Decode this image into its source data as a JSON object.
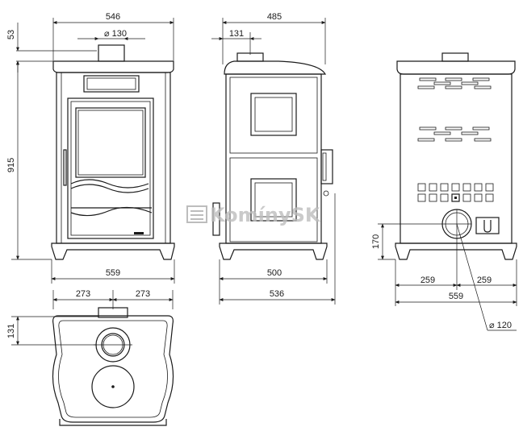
{
  "watermark": "KomínySK",
  "front_view": {
    "width_top": "546",
    "height_collar": "53",
    "flue_diameter": "⌀ 130",
    "height_total": "915",
    "width_base": "559"
  },
  "side_view": {
    "depth_top": "485",
    "flue_offset": "131",
    "depth_body": "500",
    "depth_total": "536"
  },
  "rear_view": {
    "outlet_height": "170",
    "half_width_left": "259",
    "half_width_right": "259",
    "width_total": "559",
    "outlet_diameter": "⌀ 120"
  },
  "top_view": {
    "half_left": "273",
    "half_right": "273",
    "flue_offset": "131"
  }
}
